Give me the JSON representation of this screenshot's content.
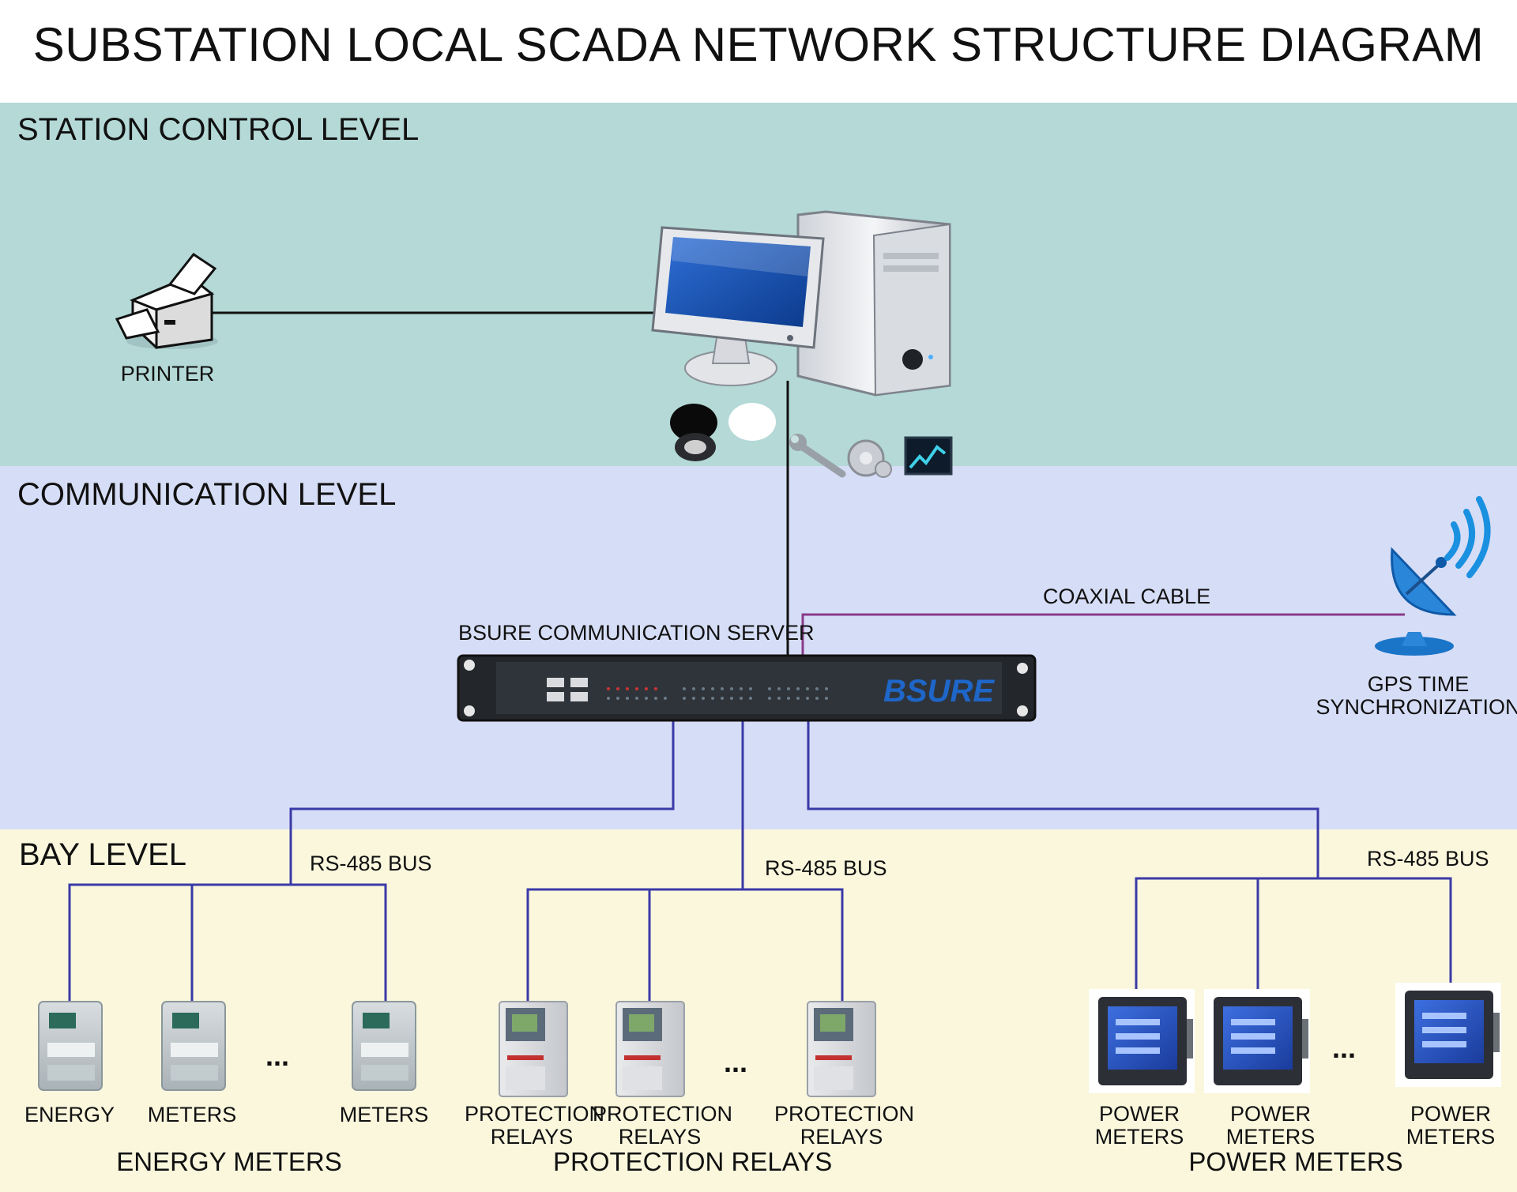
{
  "title": "SUBSTATION LOCAL SCADA NETWORK STRUCTURE DIAGRAM",
  "levels": {
    "station": "STATION CONTROL LEVEL",
    "communication": "COMMUNICATION LEVEL",
    "bay": "BAY LEVEL"
  },
  "devices": {
    "printer": "PRINTER",
    "server": "BSURE COMMUNICATION SERVER",
    "server_brand": "BSURE",
    "gps_line1": "GPS TIME",
    "gps_line2": "SYNCHRONIZATION",
    "coaxial": "COAXIAL CABLE"
  },
  "buses": [
    "RS-485 BUS",
    "RS-485 BUS",
    "RS-485 BUS"
  ],
  "energy_meters": {
    "group": "ENERGY METERS",
    "items": [
      "ENERGY",
      "METERS",
      "METERS"
    ]
  },
  "protection_relays": {
    "group": "PROTECTION RELAYS",
    "items": [
      {
        "l1": "PROTECTION",
        "l2": "RELAYS"
      },
      {
        "l1": "PROTECTION",
        "l2": "RELAYS"
      },
      {
        "l1": "PROTECTION",
        "l2": "RELAYS"
      }
    ]
  },
  "power_meters": {
    "group": "POWER METERS",
    "items": [
      {
        "l1": "POWER",
        "l2": "METERS"
      },
      {
        "l1": "POWER",
        "l2": "METERS"
      },
      {
        "l1": "POWER",
        "l2": "METERS"
      }
    ]
  },
  "ellipsis": "...",
  "colors": {
    "station_band": "#b4d9d7",
    "communication_band": "#d6ddf6",
    "bay_band": "#faf7dd",
    "bus_line": "#3a3aa8",
    "coax_line": "#8a3a8a",
    "ethernet_line": "#111111"
  }
}
